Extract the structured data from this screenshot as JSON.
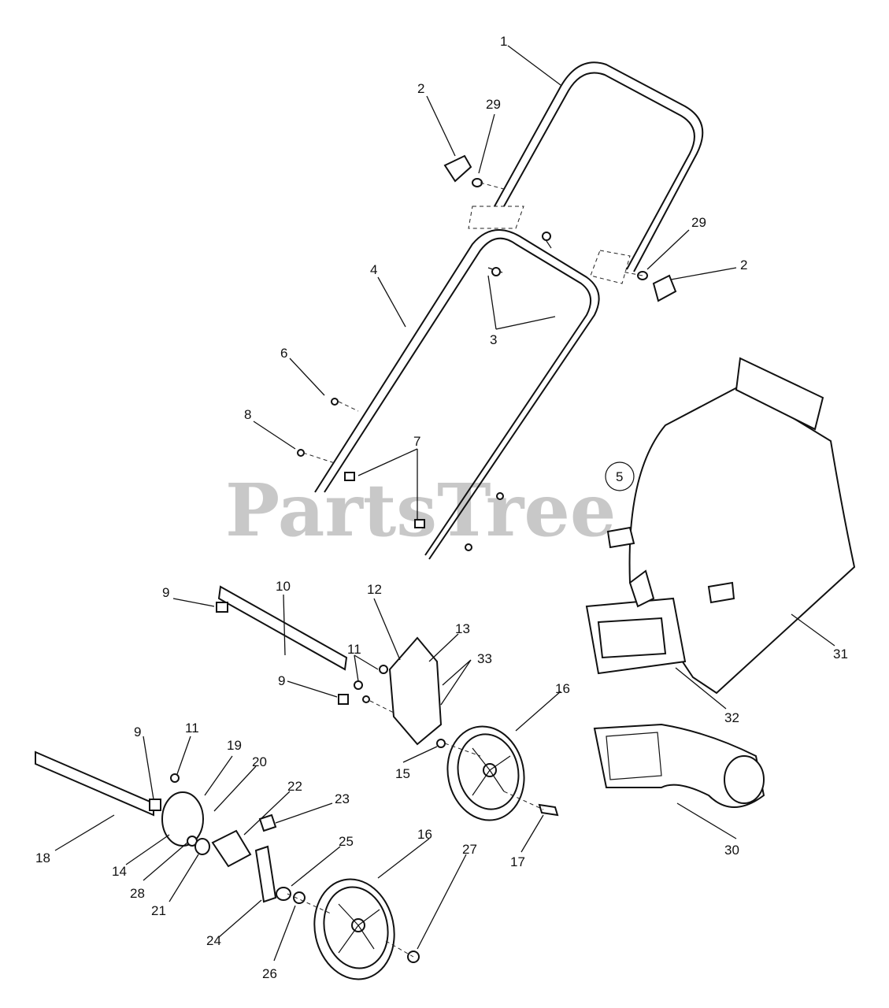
{
  "watermark": {
    "text": "PartsTree",
    "trademark": "™"
  },
  "callouts": {
    "c1": "1",
    "c2a": "2",
    "c2b": "2",
    "c3": "3",
    "c4": "4",
    "c5": "5",
    "c6": "6",
    "c7": "7",
    "c8": "8",
    "c9a": "9",
    "c9b": "9",
    "c9c": "9",
    "c10": "10",
    "c11a": "11",
    "c11b": "11",
    "c12": "12",
    "c13": "13",
    "c14": "14",
    "c15": "15",
    "c16a": "16",
    "c16b": "16",
    "c17": "17",
    "c18": "18",
    "c19": "19",
    "c20": "20",
    "c21": "21",
    "c22": "22",
    "c23": "23",
    "c24": "24",
    "c25": "25",
    "c26": "26",
    "c27": "27",
    "c28": "28",
    "c29a": "29",
    "c29b": "29",
    "c30": "30",
    "c31": "31",
    "c32": "32",
    "c33": "33"
  }
}
